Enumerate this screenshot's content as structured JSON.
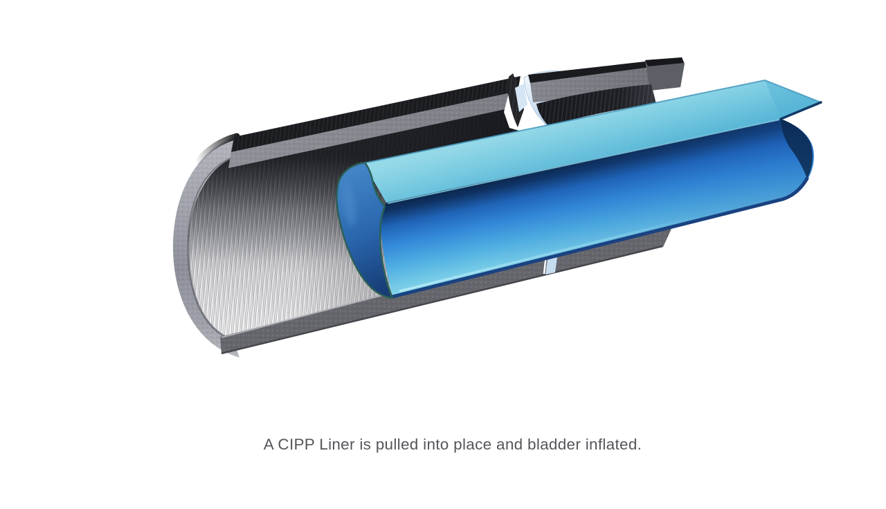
{
  "figure": {
    "type": "technical-illustration",
    "subject": "cutaway-of-broken-host-pipe-with-folded-cipp-liner-inside",
    "caption": "A CIPP Liner is pulled into place and bladder inflated.",
    "colors": {
      "background": "#ffffff",
      "caption_text": "#54565a",
      "pipe_outer_dark": "#1a1b1f",
      "pipe_wall_gray": "#85878f",
      "pipe_rim_gray": "#a3a5ae",
      "pipe_interior_light": "#f6f6f7",
      "pipe_bottom_band_gray": "#65676d",
      "fracture_face_blue": "#d3e4f4",
      "liner_top_light_blue": "#76c9e0",
      "liner_body_blue": "#3389d8",
      "liner_crease_navy": "#0a2141",
      "liner_bottom_edge_navy": "#1a4280",
      "liner_nose_blue": "#2a66ae",
      "liner_nose_rim_teal": "#2b6057"
    }
  }
}
